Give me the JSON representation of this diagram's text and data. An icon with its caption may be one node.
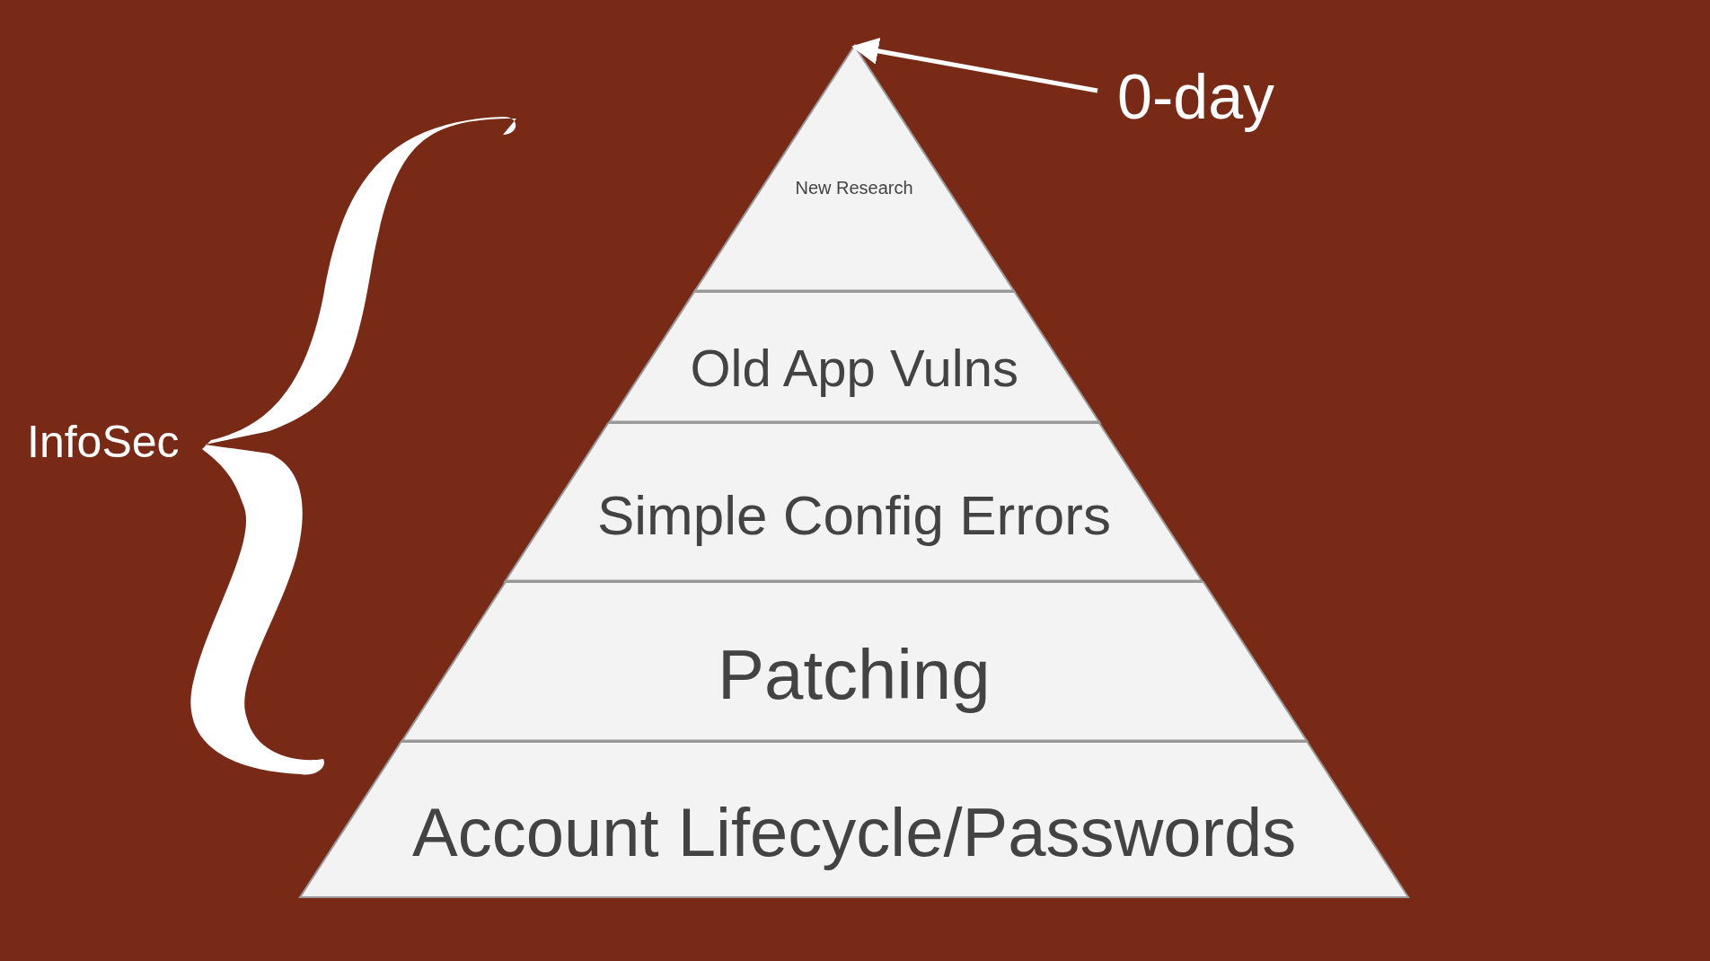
{
  "diagram": {
    "nodes": [
      {
        "text": [
          "New Research"
        ]
      },
      {
        "text": [
          "Old App Vulns"
        ]
      },
      {
        "text": [
          "Simple Config Errors"
        ]
      },
      {
        "text": [
          "Patching"
        ]
      },
      {
        "text": [
          "Account Lifecycle/Passwords"
        ]
      },
      {
        "text": [
          "0-day"
        ]
      }
    ],
    "edges": [
      {
        "from": 5,
        "to": 0,
        "arrow": "to"
      }
    ],
    "labels": [
      "InfoSec"
    ]
  }
}
